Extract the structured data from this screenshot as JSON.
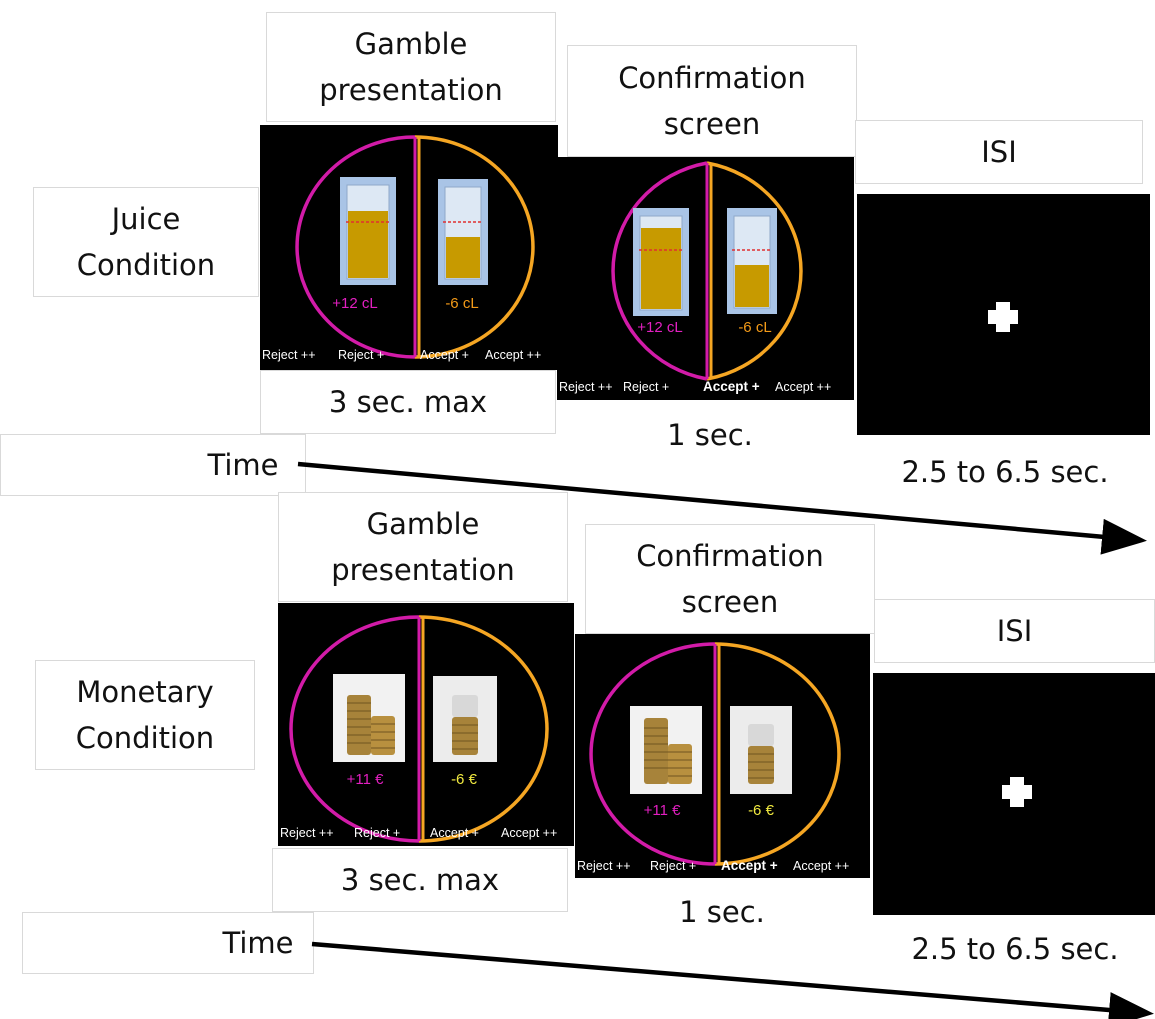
{
  "colors": {
    "loss_arc": "#d21ba8",
    "gain_arc": "#f5a623",
    "magenta_text": "#e21fc0",
    "orange_text": "#f39a18",
    "yellow_text": "#f1ea40",
    "juice": "#c79a00",
    "screen_bg": "#000000",
    "cross": "#ffffff"
  },
  "juice": {
    "condition": [
      "Juice",
      "Condition"
    ],
    "gamble": {
      "title": [
        "Gamble",
        "presentation"
      ],
      "duration": "3 sec. max",
      "gain": "+12 cL",
      "loss": "-6 cL",
      "responses": [
        "Reject ++",
        "Reject +",
        "Accept +",
        "Accept ++"
      ]
    },
    "confirm": {
      "title": [
        "Confirmation",
        "screen"
      ],
      "duration": "1 sec.",
      "gain": "+12 cL",
      "loss": "-6 cL",
      "responses": [
        "Reject ++",
        "Reject +",
        "Accept +",
        "Accept ++"
      ],
      "selected": "Accept +"
    },
    "isi": {
      "title": "ISI",
      "duration": "2.5 to 6.5 sec."
    },
    "time": "Time"
  },
  "money": {
    "condition": [
      "Monetary",
      "Condition"
    ],
    "gamble": {
      "title": [
        "Gamble",
        "presentation"
      ],
      "duration": "3 sec. max",
      "gain": "+11 €",
      "loss": "-6 €",
      "responses": [
        "Reject ++",
        "Reject +",
        "Accept +",
        "Accept ++"
      ]
    },
    "confirm": {
      "title": [
        "Confirmation",
        "screen"
      ],
      "duration": "1 sec.",
      "gain": "+11 €",
      "loss": "-6 €",
      "responses": [
        "Reject ++",
        "Reject +",
        "Accept +",
        "Accept ++"
      ],
      "selected": "Accept +"
    },
    "isi": {
      "title": "ISI",
      "duration": "2.5 to 6.5 sec."
    },
    "time": "Time"
  }
}
